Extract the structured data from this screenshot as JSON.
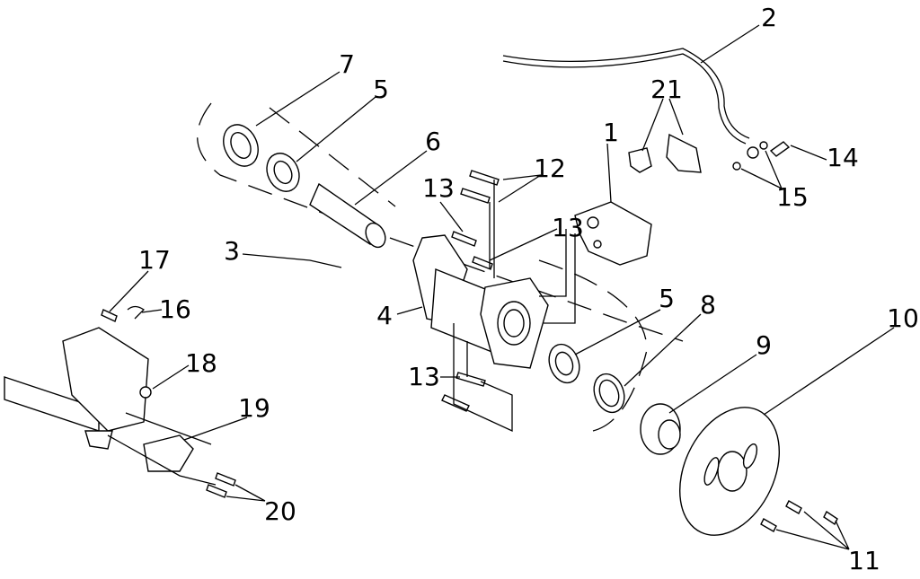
{
  "callouts": [
    {
      "id": "c2",
      "text": "2"
    },
    {
      "id": "c7",
      "text": "7"
    },
    {
      "id": "c5a",
      "text": "5"
    },
    {
      "id": "c6",
      "text": "6"
    },
    {
      "id": "c21",
      "text": "21"
    },
    {
      "id": "c1",
      "text": "1"
    },
    {
      "id": "c12",
      "text": "12"
    },
    {
      "id": "c13a",
      "text": "13"
    },
    {
      "id": "c14",
      "text": "14"
    },
    {
      "id": "c15",
      "text": "15"
    },
    {
      "id": "c13b",
      "text": "13"
    },
    {
      "id": "c3",
      "text": "3"
    },
    {
      "id": "c17",
      "text": "17"
    },
    {
      "id": "c16",
      "text": "16"
    },
    {
      "id": "c4",
      "text": "4"
    },
    {
      "id": "c5b",
      "text": "5"
    },
    {
      "id": "c8",
      "text": "8"
    },
    {
      "id": "c18",
      "text": "18"
    },
    {
      "id": "c13c",
      "text": "13"
    },
    {
      "id": "c9",
      "text": "9"
    },
    {
      "id": "c10",
      "text": "10"
    },
    {
      "id": "c19",
      "text": "19"
    },
    {
      "id": "c20",
      "text": "20"
    },
    {
      "id": "c11",
      "text": "11"
    }
  ]
}
